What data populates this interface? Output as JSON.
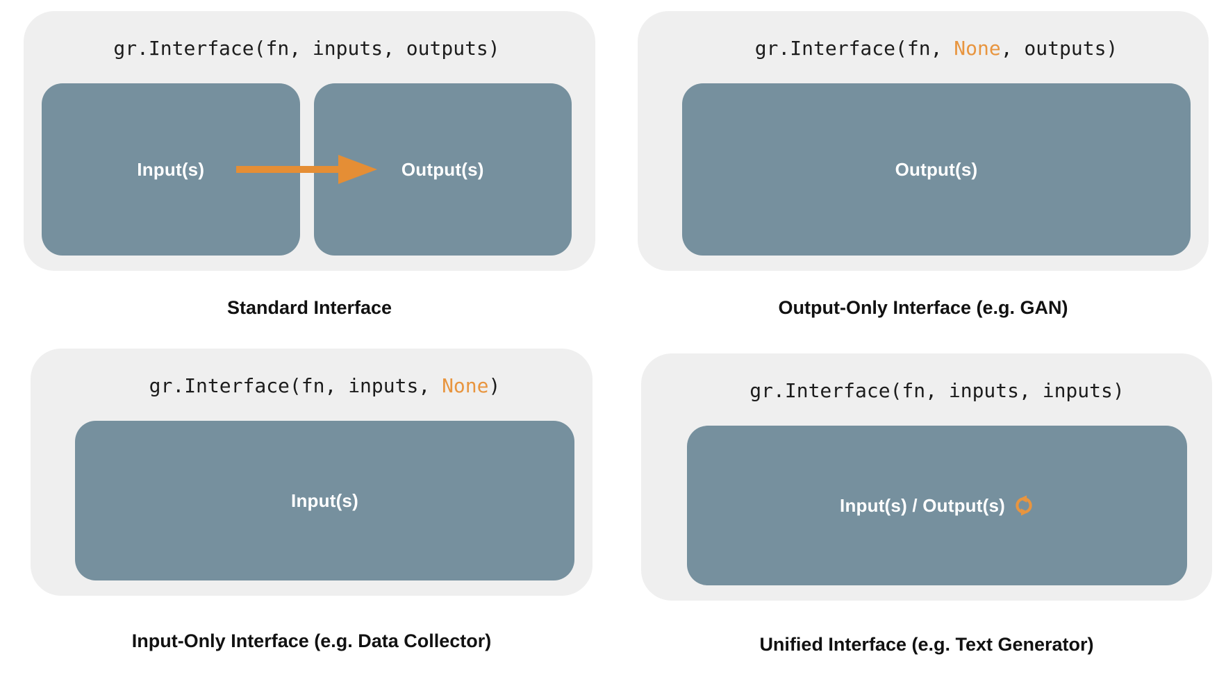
{
  "colors": {
    "background": "#ffffff",
    "panel_bg": "#efefef",
    "box_bg": "#76909e",
    "box_text": "#ffffff",
    "code_text": "#1c1c1c",
    "accent_orange": "#e8953f",
    "caption_text": "#111111"
  },
  "panels": [
    {
      "code_pre": "gr.Interface(fn, inputs, outputs)",
      "code_highlight": "",
      "code_post": "",
      "boxes": [
        "Input(s)",
        "Output(s)"
      ],
      "caption": "Standard Interface"
    },
    {
      "code_pre": "gr.Interface(fn, ",
      "code_highlight": "None",
      "code_post": ", outputs)",
      "boxes": [
        "Output(s)"
      ],
      "caption": "Output-Only Interface (e.g. GAN)"
    },
    {
      "code_pre": "gr.Interface(fn, inputs, ",
      "code_highlight": "None",
      "code_post": ")",
      "boxes": [
        "Input(s)"
      ],
      "caption": "Input-Only Interface (e.g. Data Collector)"
    },
    {
      "code_pre": "gr.Interface(fn, inputs, inputs)",
      "code_highlight": "",
      "code_post": "",
      "boxes": [
        "Input(s) / Output(s)"
      ],
      "caption": "Unified Interface (e.g. Text Generator)"
    }
  ],
  "icons": {
    "flow_arrow": "right-arrow-icon",
    "cycle": "sync-icon"
  }
}
